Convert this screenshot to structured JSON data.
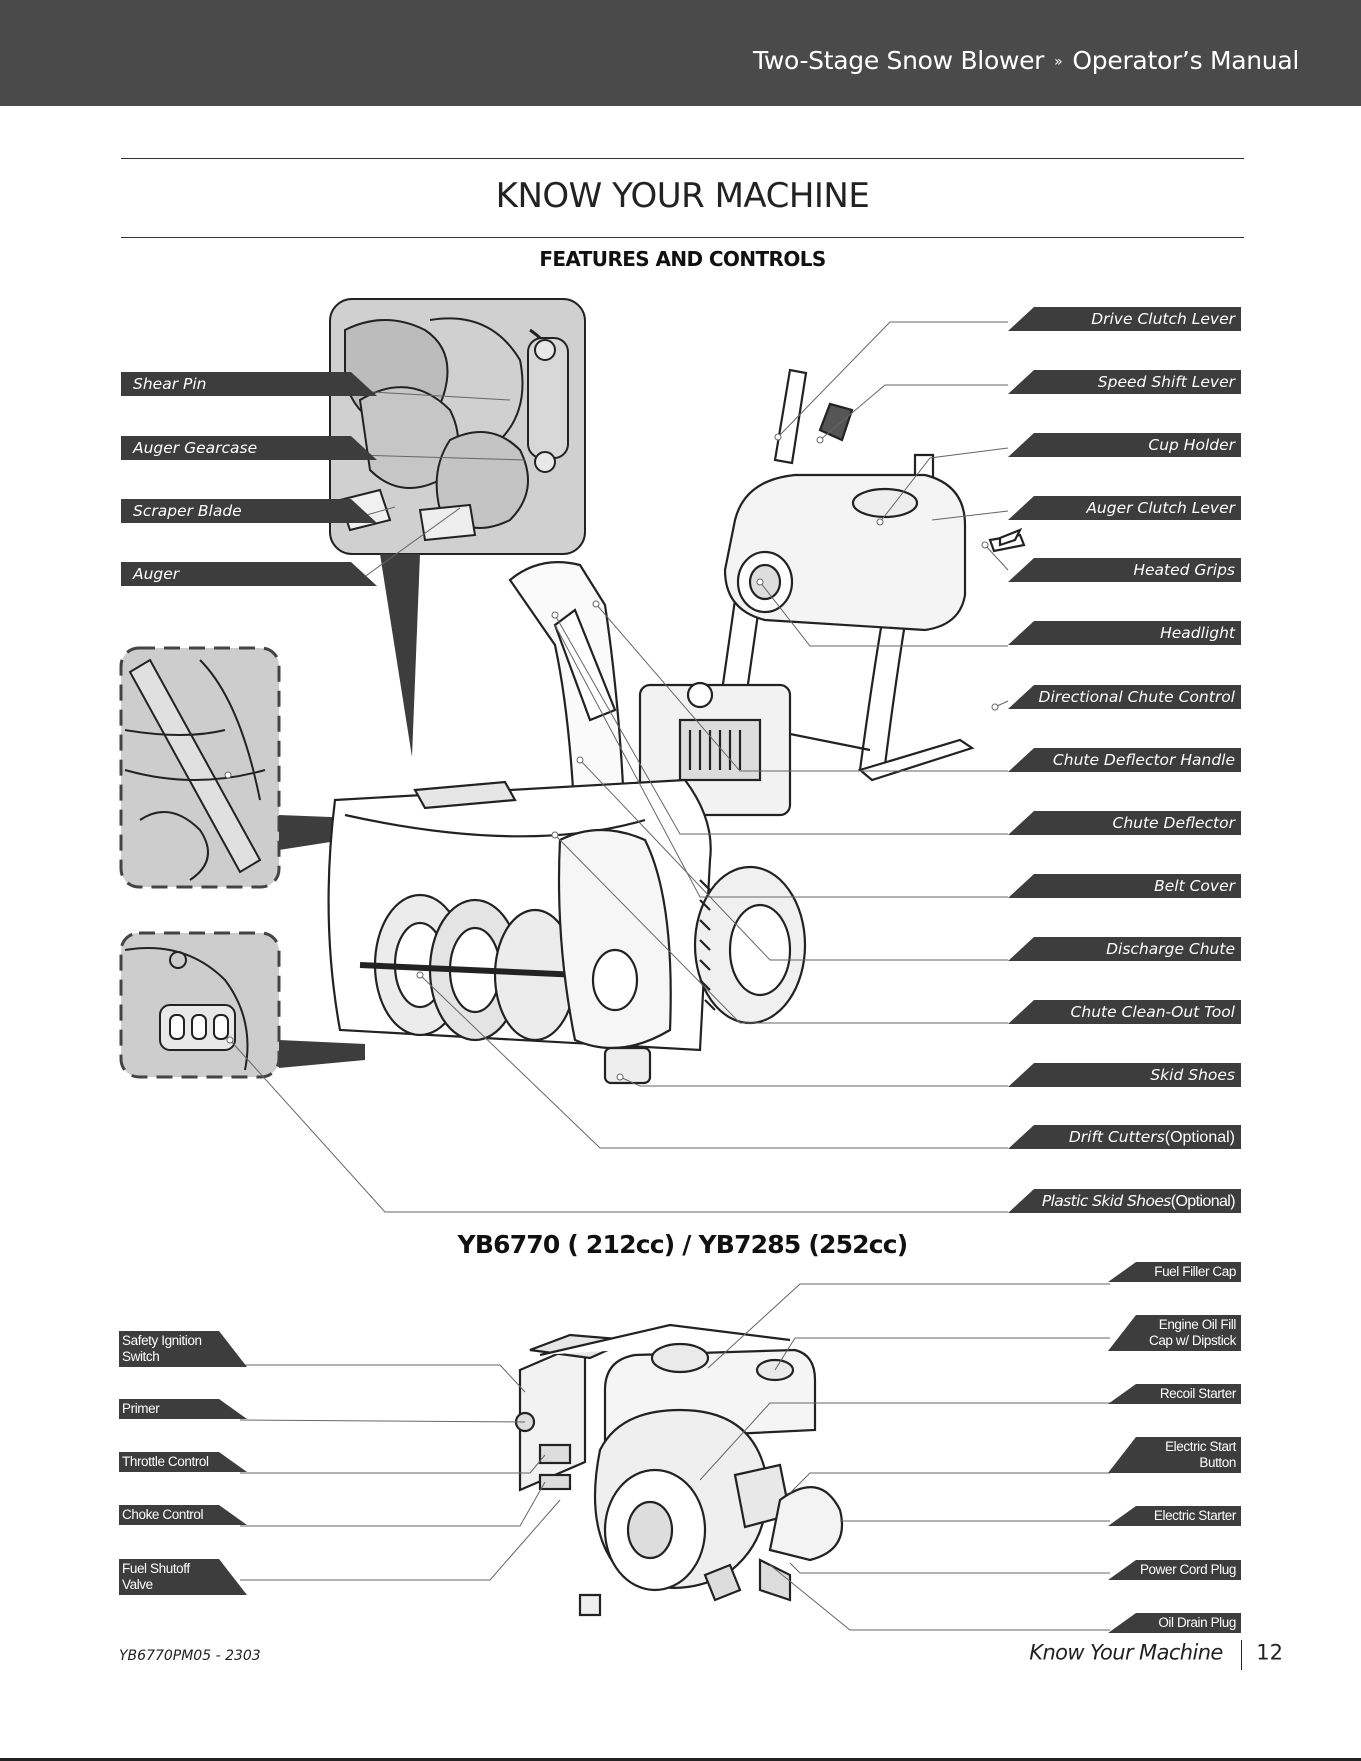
{
  "header": {
    "product": "Two-Stage Snow Blower",
    "separator": "»",
    "manual": "Operator’s Manual"
  },
  "section_title": "KNOW YOUR MACHINE",
  "subsection_title": "FEATURES AND CONTROLS",
  "snowblower_labels": {
    "left": [
      "Shear Pin",
      "Auger Gearcase",
      "Scraper Blade",
      "Auger"
    ],
    "right": [
      {
        "text": "Drive Clutch Lever"
      },
      {
        "text": "Speed Shift Lever"
      },
      {
        "text": "Cup Holder"
      },
      {
        "text": "Auger Clutch Lever"
      },
      {
        "text": "Heated Grips"
      },
      {
        "text": "Headlight"
      },
      {
        "text": "Directional Chute Control"
      },
      {
        "text": "Chute Deflector Handle"
      },
      {
        "text": "Chute Deflector"
      },
      {
        "text": "Belt Cover"
      },
      {
        "text": "Discharge Chute"
      },
      {
        "text": "Chute Clean-Out Tool"
      },
      {
        "text": "Skid Shoes"
      },
      {
        "text": "Drift Cutters",
        "suffix": "(Optional)"
      },
      {
        "text": "Plastic Skid Shoes",
        "suffix": "(Optional)"
      }
    ]
  },
  "model_title": "YB6770 ( 212cc) / YB7285 (252cc)",
  "engine_labels": {
    "left": [
      {
        "line1": "Safety Ignition",
        "line2": "Switch"
      },
      {
        "line1": "Primer"
      },
      {
        "line1": "Throttle Control"
      },
      {
        "line1": "Choke Control"
      },
      {
        "line1": "Fuel Shutoff Valve"
      }
    ],
    "right": [
      {
        "line1": "Fuel Filler Cap"
      },
      {
        "line1": "Engine Oil Fill",
        "line2": "Cap w/ Dipstick"
      },
      {
        "line1": "Recoil Starter"
      },
      {
        "line1": "Electric Start",
        "line2": "Button"
      },
      {
        "line1": "Electric Starter"
      },
      {
        "line1": "Power Cord Plug"
      },
      {
        "line1": "Oil Drain Plug"
      }
    ]
  },
  "footer": {
    "doc_code": "YB6770PM05 - 2303",
    "section": "Know Your Machine",
    "page_number": "12"
  },
  "colors": {
    "header_bar": "#4a4a4a",
    "label_bg": "#3d3d3d",
    "label_text": "#ffffff",
    "inset_bg": "#d4d4d4"
  }
}
